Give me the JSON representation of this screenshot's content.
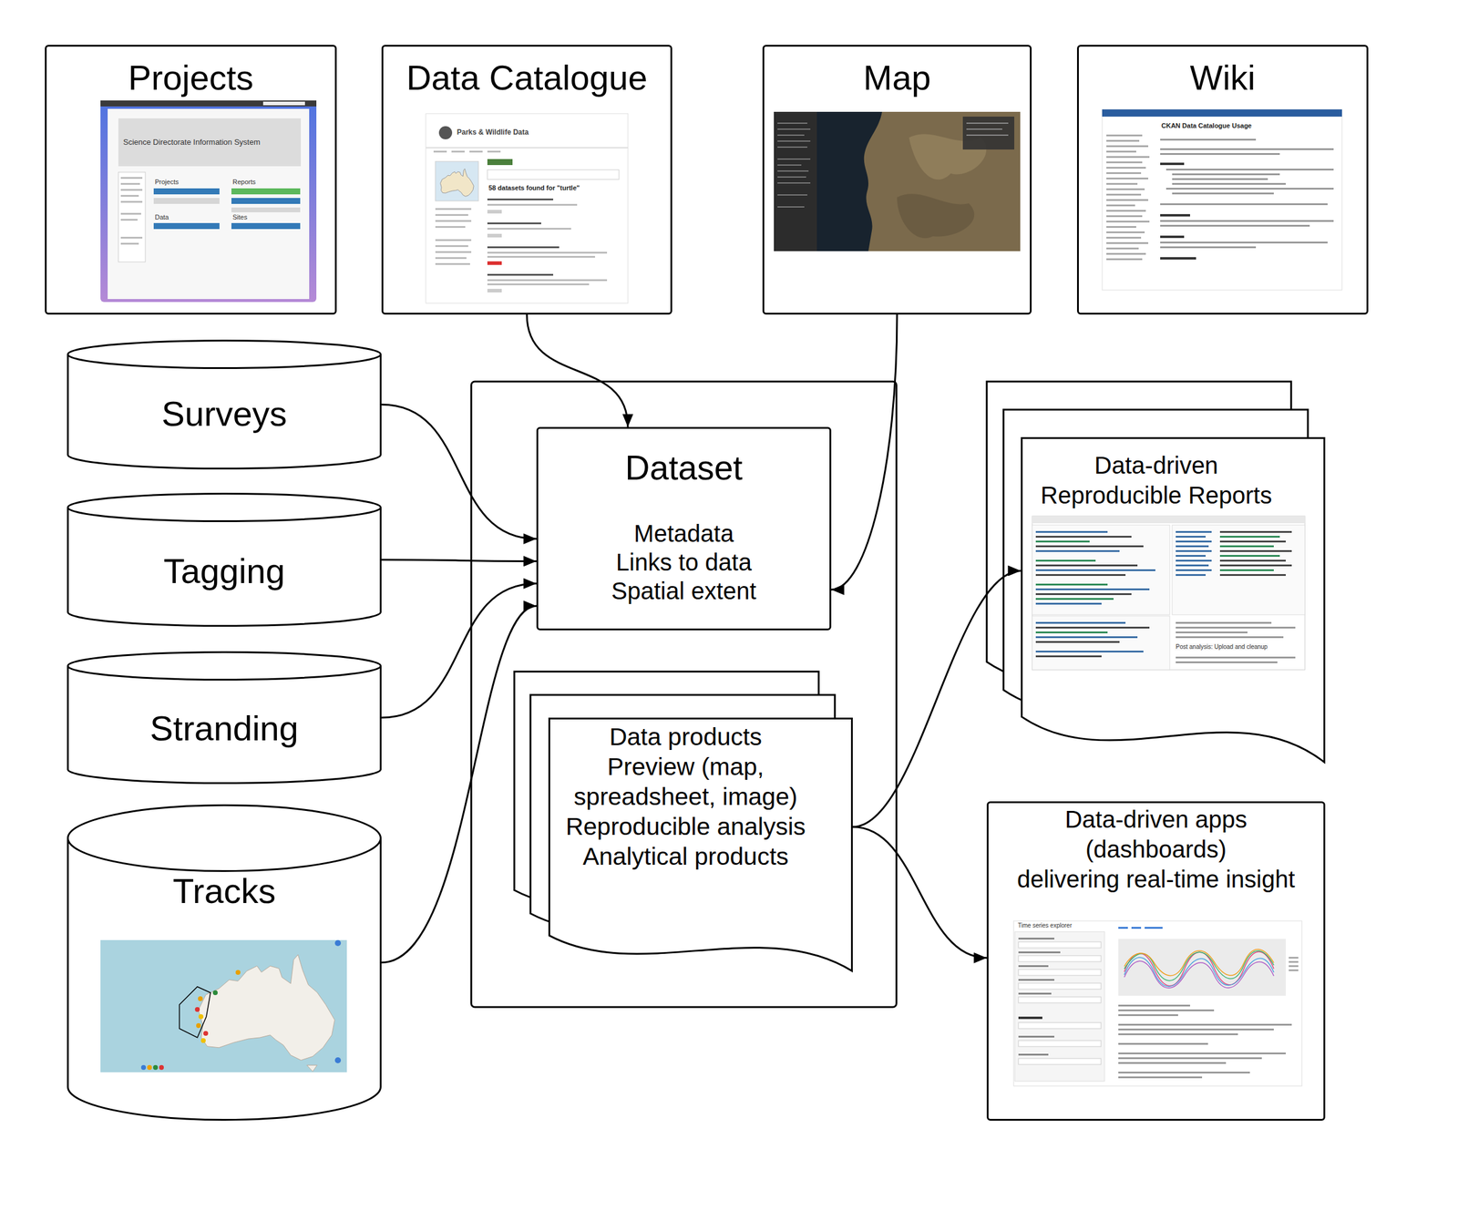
{
  "diagram": {
    "nodes": [
      {
        "text": [
          "Projects"
        ]
      },
      {
        "text": [
          "Data Catalogue"
        ]
      },
      {
        "text": [
          "Map"
        ]
      },
      {
        "text": [
          "Wiki"
        ]
      },
      {
        "text": [
          "Surveys"
        ]
      },
      {
        "text": [
          "Tagging"
        ]
      },
      {
        "text": [
          "Stranding"
        ]
      },
      {
        "text": [
          "Tracks"
        ]
      },
      {
        "text": [
          "Dataset",
          "Metadata",
          "Links to data",
          "Spatial extent"
        ]
      },
      {
        "text": [
          "Data products",
          "Preview (map, spreadsheet, image)",
          "Reproducible analysis",
          "Analytical products"
        ]
      },
      {
        "text": [
          "Data-driven Reproducible Reports"
        ]
      },
      {
        "text": [
          "Data-driven apps (dashboards)",
          "delivering real-time insight"
        ]
      }
    ],
    "edges": [
      {
        "from": 1,
        "to": 8,
        "arrow": "to"
      },
      {
        "from": 2,
        "to": 8,
        "arrow": "to"
      },
      {
        "from": 4,
        "to": 8,
        "arrow": "to"
      },
      {
        "from": 5,
        "to": 8,
        "arrow": "to"
      },
      {
        "from": 6,
        "to": 8,
        "arrow": "to"
      },
      {
        "from": 7,
        "to": 8,
        "arrow": "to"
      },
      {
        "from": 9,
        "to": 10,
        "arrow": "to"
      },
      {
        "from": 9,
        "to": 11,
        "arrow": "to"
      }
    ],
    "labels": [
      "Science Directorate Information System",
      "Projects",
      "Reports",
      "Data",
      "Sites",
      "Parks & Wildlife Data",
      "58 datasets found for \"turtle\"",
      "CKAN Data Catalogue Usage",
      "Post analysis: Upload and cleanup",
      "Time series explorer"
    ]
  }
}
